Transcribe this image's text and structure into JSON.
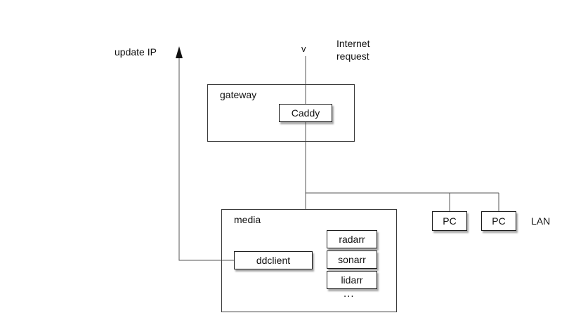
{
  "diagram": {
    "update_ip_label": "update IP",
    "internet_request_label": "Internet\nrequest",
    "down_arrow_glyph": "v",
    "lan_label": "LAN",
    "gateway": {
      "label": "gateway",
      "caddy_label": "Caddy"
    },
    "media": {
      "label": "media",
      "ddclient_label": "ddclient",
      "services": [
        "radarr",
        "sonarr",
        "lidarr"
      ],
      "more_label": "..."
    },
    "pc1_label": "PC",
    "pc2_label": "PC",
    "line_color": "#555555"
  }
}
